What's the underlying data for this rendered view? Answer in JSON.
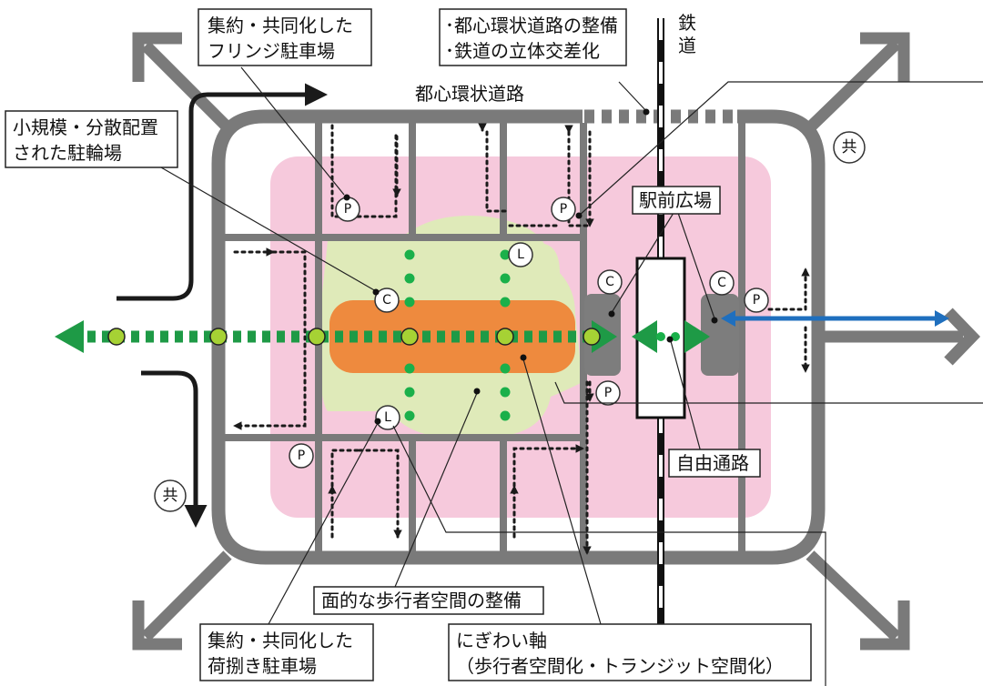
{
  "labels": {
    "fringe_parking": [
      "集約・共同化した",
      "フリンジ駐車場"
    ],
    "ring_road_rail": [
      "･都心環状道路の整備",
      "･鉄道の立体交差化"
    ],
    "railway": [
      "鉄",
      "道"
    ],
    "ring_road": "都心環状道路",
    "bike_parking": [
      "小規模・分散配置",
      "された駐輪場"
    ],
    "station_plaza": "駅前広場",
    "free_passage": "自由通路",
    "pedestrian_space": "面的な歩行者空間の整備",
    "loading_parking": [
      "集約・共同化した",
      "荷捌き駐車場"
    ],
    "bustle_axis": [
      "にぎわい軸",
      "（歩行者空間化・トランジット空間化）"
    ]
  },
  "symbols": {
    "parking": "P",
    "cycle": "C",
    "loading": "L",
    "shared": "共"
  },
  "colors": {
    "road": "#7a7a7a",
    "pink_zone": "#f6c9dc",
    "green_zone": "#dfeab9",
    "orange_axis": "#ee8a3e",
    "green_axis": "#1e9a46",
    "green_dot": "#1ab04a",
    "lime_node": "#a6d234",
    "blue_link": "#1f6fbe",
    "dark_arrow": "#1a1a1a",
    "gray_block": "#7d7d7d"
  }
}
